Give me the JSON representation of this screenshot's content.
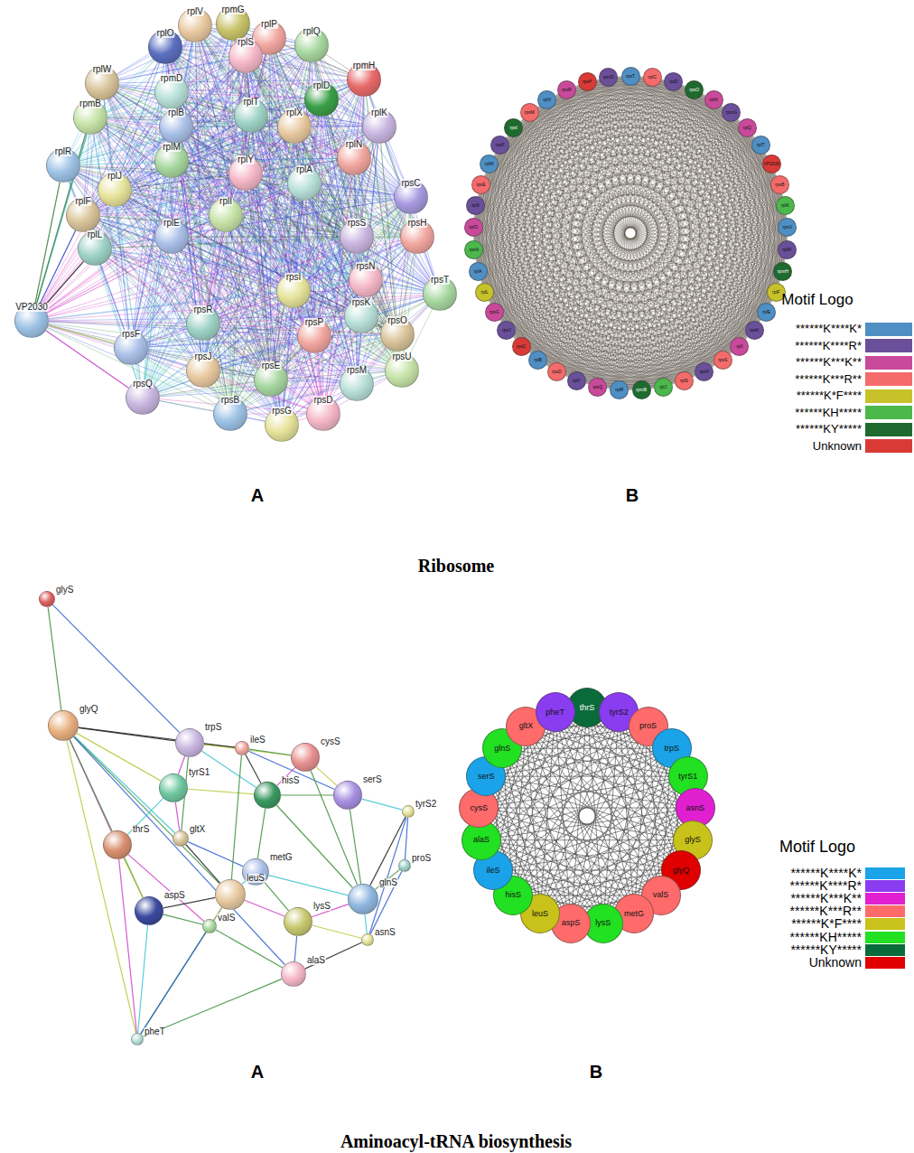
{
  "diagram": {
    "nodes": [
      {
        "text": [
          "rplO"
        ]
      },
      {
        "text": [
          "rplV"
        ]
      },
      {
        "text": [
          "rpmG"
        ]
      },
      {
        "text": [
          "rplP"
        ]
      },
      {
        "text": [
          "rplQ"
        ]
      },
      {
        "text": [
          "rpmH"
        ]
      },
      {
        "text": [
          "rplD"
        ]
      },
      {
        "text": [
          "rplS"
        ]
      },
      {
        "text": [
          "rpmD"
        ]
      },
      {
        "text": [
          "rplW"
        ]
      },
      {
        "text": [
          "rpmB"
        ]
      },
      {
        "text": [
          "rplB"
        ]
      },
      {
        "text": [
          "rplT"
        ]
      },
      {
        "text": [
          "rplX"
        ]
      },
      {
        "text": [
          "rplK"
        ]
      },
      {
        "text": [
          "rplN"
        ]
      },
      {
        "text": [
          "rplM"
        ]
      },
      {
        "text": [
          "rplR"
        ]
      },
      {
        "text": [
          "rplJ"
        ]
      },
      {
        "text": [
          "rplY"
        ]
      },
      {
        "text": [
          "rplA"
        ]
      },
      {
        "text": [
          "rplF"
        ]
      },
      {
        "text": [
          "rplI"
        ]
      },
      {
        "text": [
          "rplE"
        ]
      },
      {
        "text": [
          "rplL"
        ]
      },
      {
        "text": [
          "rpsC"
        ]
      },
      {
        "text": [
          "rpsS"
        ]
      },
      {
        "text": [
          "rpsH"
        ]
      },
      {
        "text": [
          "rpsT"
        ]
      },
      {
        "text": [
          "VP2030"
        ]
      },
      {
        "text": [
          "rpsI"
        ]
      },
      {
        "text": [
          "rpsN"
        ]
      },
      {
        "text": [
          "rpsK"
        ]
      },
      {
        "text": [
          "rpsO"
        ]
      },
      {
        "text": [
          "rpsU"
        ]
      },
      {
        "text": [
          "rpsF"
        ]
      },
      {
        "text": [
          "rpsR"
        ]
      },
      {
        "text": [
          "rpsJ"
        ]
      },
      {
        "text": [
          "rpsQ"
        ]
      },
      {
        "text": [
          "rpsP"
        ]
      },
      {
        "text": [
          "rpsE"
        ]
      },
      {
        "text": [
          "rpsB"
        ]
      },
      {
        "text": [
          "rpsG"
        ]
      },
      {
        "text": [
          "rpsD"
        ]
      },
      {
        "text": [
          "rpsM"
        ]
      },
      {
        "text": [
          "rpsT"
        ]
      },
      {
        "text": [
          "rplC"
        ]
      },
      {
        "text": [
          "rplD"
        ]
      },
      {
        "text": [
          "rpsO"
        ]
      },
      {
        "text": [
          "rplN"
        ]
      },
      {
        "text": [
          "rpmG"
        ]
      },
      {
        "text": [
          "rplQ"
        ]
      },
      {
        "text": [
          "rplT"
        ]
      },
      {
        "text": [
          "VP2030"
        ]
      },
      {
        "text": [
          "rpsB"
        ]
      },
      {
        "text": [
          "rplK"
        ]
      },
      {
        "text": [
          "rpsU"
        ]
      },
      {
        "text": [
          "rplM"
        ]
      },
      {
        "text": [
          "rpmH"
        ]
      },
      {
        "text": [
          "rplF"
        ]
      },
      {
        "text": [
          "rplE"
        ]
      },
      {
        "text": [
          "rpsK"
        ]
      },
      {
        "text": [
          "rplI"
        ]
      },
      {
        "text": [
          "rpsS"
        ]
      },
      {
        "text": [
          "rpsH"
        ]
      },
      {
        "text": [
          "rplS"
        ]
      },
      {
        "text": [
          "rplJ"
        ]
      },
      {
        "text": [
          "rpmB"
        ]
      },
      {
        "text": [
          "rplR"
        ]
      },
      {
        "text": [
          "rpsQ"
        ]
      },
      {
        "text": [
          "rplY"
        ]
      },
      {
        "text": [
          "rpsD"
        ]
      },
      {
        "text": [
          "rplB"
        ]
      },
      {
        "text": [
          "rpsC"
        ]
      },
      {
        "text": [
          "rpsJ"
        ]
      },
      {
        "text": [
          "rpsG"
        ]
      },
      {
        "text": [
          "rplL"
        ]
      },
      {
        "text": [
          "rplA"
        ]
      },
      {
        "text": [
          "rpsN"
        ]
      },
      {
        "text": [
          "rplO"
        ]
      },
      {
        "text": [
          "rplX"
        ]
      },
      {
        "text": [
          "rpsE"
        ]
      },
      {
        "text": [
          "rplW"
        ]
      },
      {
        "text": [
          "rpsF"
        ]
      },
      {
        "text": [
          "rpsI"
        ]
      },
      {
        "text": [
          "rpsM"
        ]
      },
      {
        "text": [
          "rplV"
        ]
      },
      {
        "text": [
          "rpsR"
        ]
      },
      {
        "text": [
          "rpsP"
        ]
      },
      {
        "text": [
          "rpmD"
        ]
      },
      {
        "text": [
          "glyS"
        ]
      },
      {
        "text": [
          "glyQ"
        ]
      },
      {
        "text": [
          "trpS"
        ]
      },
      {
        "text": [
          "ileS"
        ]
      },
      {
        "text": [
          "cysS"
        ]
      },
      {
        "text": [
          "serS"
        ]
      },
      {
        "text": [
          "tyrS2"
        ]
      },
      {
        "text": [
          "tyrS1"
        ]
      },
      {
        "text": [
          "hisS"
        ]
      },
      {
        "text": [
          "gltX"
        ]
      },
      {
        "text": [
          "thrS"
        ]
      },
      {
        "text": [
          "metG"
        ]
      },
      {
        "text": [
          "proS"
        ]
      },
      {
        "text": [
          "leuS"
        ]
      },
      {
        "text": [
          "glnS"
        ]
      },
      {
        "text": [
          "aspS"
        ]
      },
      {
        "text": [
          "valS"
        ]
      },
      {
        "text": [
          "lysS"
        ]
      },
      {
        "text": [
          "asnS"
        ]
      },
      {
        "text": [
          "alaS"
        ]
      },
      {
        "text": [
          "pheT"
        ]
      },
      {
        "text": [
          "thrS"
        ]
      },
      {
        "text": [
          "tyrS2"
        ]
      },
      {
        "text": [
          "proS"
        ]
      },
      {
        "text": [
          "trpS"
        ]
      },
      {
        "text": [
          "tyrS1"
        ]
      },
      {
        "text": [
          "asnS"
        ]
      },
      {
        "text": [
          "glyS"
        ]
      },
      {
        "text": [
          "glyQ"
        ]
      },
      {
        "text": [
          "valS"
        ]
      },
      {
        "text": [
          "metG"
        ]
      },
      {
        "text": [
          "lysS"
        ]
      },
      {
        "text": [
          "aspS"
        ]
      },
      {
        "text": [
          "leuS"
        ]
      },
      {
        "text": [
          "hisS"
        ]
      },
      {
        "text": [
          "ileS"
        ]
      },
      {
        "text": [
          "alaS"
        ]
      },
      {
        "text": [
          "cysS"
        ]
      },
      {
        "text": [
          "serS"
        ]
      },
      {
        "text": [
          "glnS"
        ]
      },
      {
        "text": [
          "gltX"
        ]
      },
      {
        "text": [
          "pheT"
        ]
      }
    ],
    "edges": [
      {
        "from": 29,
        "to": 17,
        "arrow": "none"
      },
      {
        "from": 29,
        "to": 21,
        "arrow": "none"
      },
      {
        "from": 29,
        "to": 24,
        "arrow": "none"
      },
      {
        "from": 29,
        "to": 35,
        "arrow": "none"
      },
      {
        "from": 29,
        "to": 38,
        "arrow": "none"
      },
      {
        "from": 29,
        "to": 9,
        "arrow": "none"
      },
      {
        "from": 29,
        "to": 10,
        "arrow": "none"
      },
      {
        "from": 90,
        "to": 91,
        "arrow": "none"
      },
      {
        "from": 90,
        "to": 92,
        "arrow": "none"
      },
      {
        "from": 91,
        "to": 92,
        "arrow": "none"
      },
      {
        "from": 91,
        "to": 97,
        "arrow": "none"
      },
      {
        "from": 91,
        "to": 100,
        "arrow": "none"
      },
      {
        "from": 91,
        "to": 99,
        "arrow": "none"
      },
      {
        "from": 91,
        "to": 105,
        "arrow": "none"
      },
      {
        "from": 91,
        "to": 103,
        "arrow": "none"
      },
      {
        "from": 91,
        "to": 109,
        "arrow": "none"
      },
      {
        "from": 91,
        "to": 93,
        "arrow": "none"
      },
      {
        "from": 110,
        "to": 91,
        "arrow": "none"
      },
      {
        "from": 110,
        "to": 100,
        "arrow": "none"
      },
      {
        "from": 110,
        "to": 105,
        "arrow": "none"
      },
      {
        "from": 110,
        "to": 106,
        "arrow": "none"
      },
      {
        "from": 110,
        "to": 109,
        "arrow": "none"
      },
      {
        "from": 110,
        "to": 103,
        "arrow": "none"
      },
      {
        "from": 92,
        "to": 93,
        "arrow": "none"
      },
      {
        "from": 92,
        "to": 94,
        "arrow": "none"
      },
      {
        "from": 92,
        "to": 97,
        "arrow": "none"
      },
      {
        "from": 92,
        "to": 98,
        "arrow": "none"
      },
      {
        "from": 92,
        "to": 99,
        "arrow": "none"
      },
      {
        "from": 93,
        "to": 94,
        "arrow": "none"
      },
      {
        "from": 93,
        "to": 95,
        "arrow": "none"
      },
      {
        "from": 93,
        "to": 98,
        "arrow": "none"
      },
      {
        "from": 94,
        "to": 95,
        "arrow": "none"
      },
      {
        "from": 94,
        "to": 98,
        "arrow": "none"
      },
      {
        "from": 95,
        "to": 96,
        "arrow": "none"
      },
      {
        "from": 95,
        "to": 98,
        "arrow": "none"
      },
      {
        "from": 95,
        "to": 104,
        "arrow": "none"
      },
      {
        "from": 96,
        "to": 102,
        "arrow": "none"
      },
      {
        "from": 96,
        "to": 104,
        "arrow": "none"
      },
      {
        "from": 97,
        "to": 98,
        "arrow": "none"
      },
      {
        "from": 97,
        "to": 99,
        "arrow": "none"
      },
      {
        "from": 97,
        "to": 100,
        "arrow": "none"
      },
      {
        "from": 98,
        "to": 101,
        "arrow": "none"
      },
      {
        "from": 98,
        "to": 104,
        "arrow": "none"
      },
      {
        "from": 99,
        "to": 101,
        "arrow": "none"
      },
      {
        "from": 99,
        "to": 103,
        "arrow": "none"
      },
      {
        "from": 100,
        "to": 105,
        "arrow": "none"
      },
      {
        "from": 100,
        "to": 106,
        "arrow": "none"
      },
      {
        "from": 101,
        "to": 103,
        "arrow": "none"
      },
      {
        "from": 101,
        "to": 107,
        "arrow": "none"
      },
      {
        "from": 102,
        "to": 104,
        "arrow": "none"
      },
      {
        "from": 102,
        "to": 108,
        "arrow": "none"
      },
      {
        "from": 103,
        "to": 105,
        "arrow": "none"
      },
      {
        "from": 103,
        "to": 106,
        "arrow": "none"
      },
      {
        "from": 104,
        "to": 107,
        "arrow": "none"
      },
      {
        "from": 104,
        "to": 108,
        "arrow": "none"
      },
      {
        "from": 105,
        "to": 106,
        "arrow": "none"
      },
      {
        "from": 106,
        "to": 109,
        "arrow": "none"
      },
      {
        "from": 107,
        "to": 109,
        "arrow": "none"
      },
      {
        "from": 108,
        "to": 109,
        "arrow": "none"
      },
      {
        "from": 107,
        "to": 108,
        "arrow": "none"
      },
      {
        "from": 103,
        "to": 107,
        "arrow": "none"
      },
      {
        "from": 101,
        "to": 104,
        "arrow": "none"
      },
      {
        "from": 94,
        "to": 104,
        "arrow": "none"
      },
      {
        "from": 93,
        "to": 103,
        "arrow": "none"
      },
      {
        "from": 96,
        "to": 108,
        "arrow": "none"
      }
    ],
    "labels": [
      "A",
      "B",
      "Ribosome",
      "A",
      "B",
      "Aminoacyl-tRNA biosynthesis",
      "Motif Logo",
      "Motif Logo"
    ],
    "legend": [
      {
        "text": "******K****K*",
        "color": "#4f8fc4"
      },
      {
        "text": "******K****R*",
        "color": "#6a4f9a"
      },
      {
        "text": "******K***K**",
        "color": "#c94a9a"
      },
      {
        "text": "******K***R**",
        "color": "#f56b6b"
      },
      {
        "text": "******K*F****",
        "color": "#c8c22a"
      },
      {
        "text": "******KH*****",
        "color": "#4cb84c"
      },
      {
        "text": "******KY*****",
        "color": "#1f6b2f"
      },
      {
        "text": "Unknown",
        "color": "#d93a36"
      },
      {
        "text": "******K****K*",
        "color": "#1aa3e8"
      },
      {
        "text": "******K****R*",
        "color": "#8a3cf0"
      },
      {
        "text": "******K***K**",
        "color": "#e020d0"
      },
      {
        "text": "******K***R**",
        "color": "#ff6b6b"
      },
      {
        "text": "******K*F****",
        "color": "#c8c21a"
      },
      {
        "text": "******KH*****",
        "color": "#22e022"
      },
      {
        "text": "******KY*****",
        "color": "#0a6b3a"
      },
      {
        "text": "Unknown",
        "color": "#e00000"
      }
    ]
  }
}
